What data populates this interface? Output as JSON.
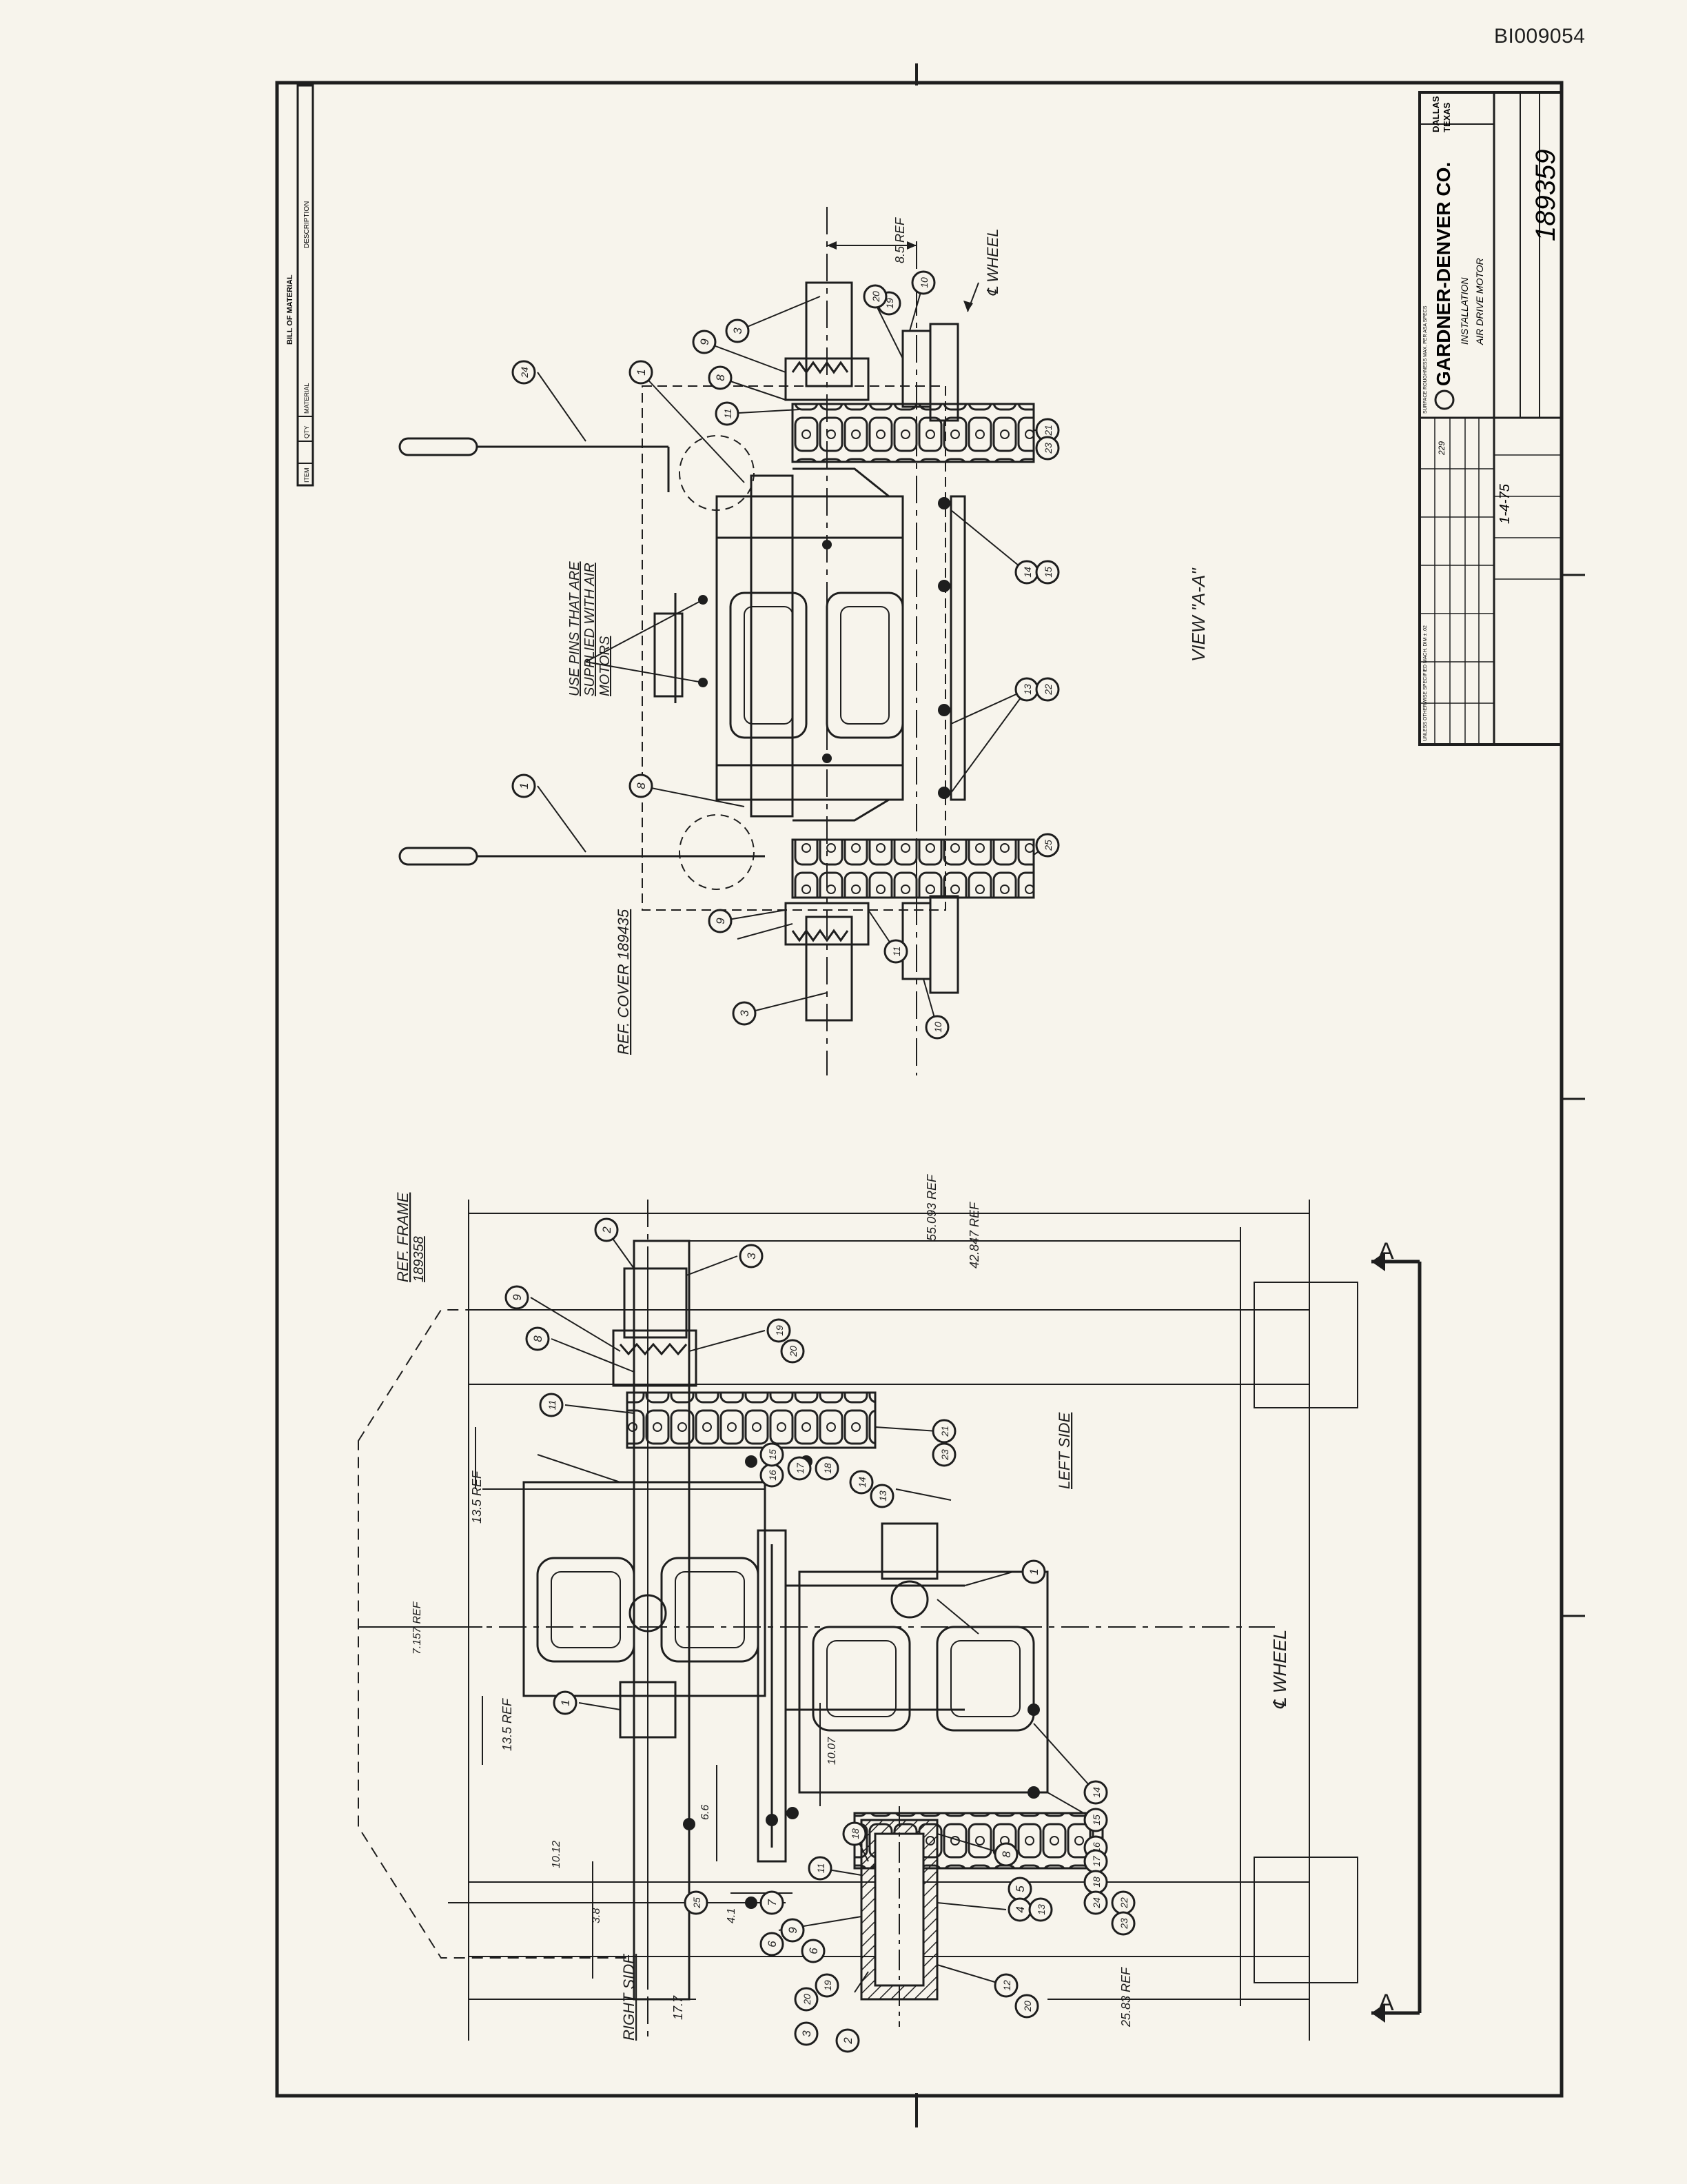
{
  "document_id": "BI009054",
  "bill_of_material": {
    "title": "BILL OF MATERIAL",
    "columns": [
      "ITEM",
      "QTY",
      "MATERIAL",
      "DESCRIPTION"
    ]
  },
  "title_block": {
    "company": "GARDNER-DENVER CO.",
    "city": "DALLAS",
    "state": "TEXAS",
    "drawing_title_1": "INSTALLATION",
    "drawing_title_2": "AIR DRIVE MOTOR",
    "drawing_number": "189359",
    "tolerance_note": "UNLESS OTHERWISE SPECIFIED MACH. DIM ± .02",
    "finish_note": "SURFACE ROUGHNESS MAX. PER ASA SPECS",
    "model_no": "229",
    "date_signed": "1-4-75"
  },
  "labels": {
    "view": "VIEW \"A-A\"",
    "wheel_top": "℄ WHEEL",
    "wheel_bottom": "℄ WHEEL",
    "pins_note_1": "USE PINS THAT ARE",
    "pins_note_2": "SUPPLIED WITH AIR",
    "pins_note_3": "MOTORS",
    "ref_cover": "REF. COVER 189435",
    "ref_frame_1": "REF. FRAME",
    "ref_frame_2": "189358",
    "left_side": "LEFT SIDE",
    "right_side": "RIGHT SIDE",
    "section_a": "A"
  },
  "dimensions": {
    "d85": "8.5 REF",
    "d55": "55.093 REF",
    "d42": "42.847 REF",
    "d135a": "13.5 REF",
    "d7157": "7.157 REF",
    "d135b": "13.5 REF",
    "d1007": "10.07",
    "d66": "6.6",
    "d1012": "10.12",
    "d38": "3.8",
    "d41": "4.1",
    "d177": "17.7",
    "d2583": "25.83 REF"
  },
  "balloons": {
    "top_view": [
      "24",
      "1",
      "9",
      "3",
      "10",
      "8",
      "11",
      "19",
      "20",
      "21",
      "23",
      "14",
      "15",
      "13",
      "22",
      "25",
      "1",
      "8",
      "9",
      "3",
      "11",
      "10"
    ],
    "plan_view": [
      "2",
      "3",
      "9",
      "8",
      "19",
      "20",
      "11",
      "21",
      "23",
      "16",
      "15",
      "17",
      "18",
      "14",
      "13",
      "1",
      "1",
      "14",
      "15",
      "16",
      "17",
      "18",
      "24",
      "22",
      "23",
      "11",
      "18",
      "6",
      "7",
      "8",
      "5",
      "4",
      "13",
      "9",
      "6",
      "19",
      "20",
      "3",
      "2",
      "12",
      "20",
      "25"
    ]
  }
}
